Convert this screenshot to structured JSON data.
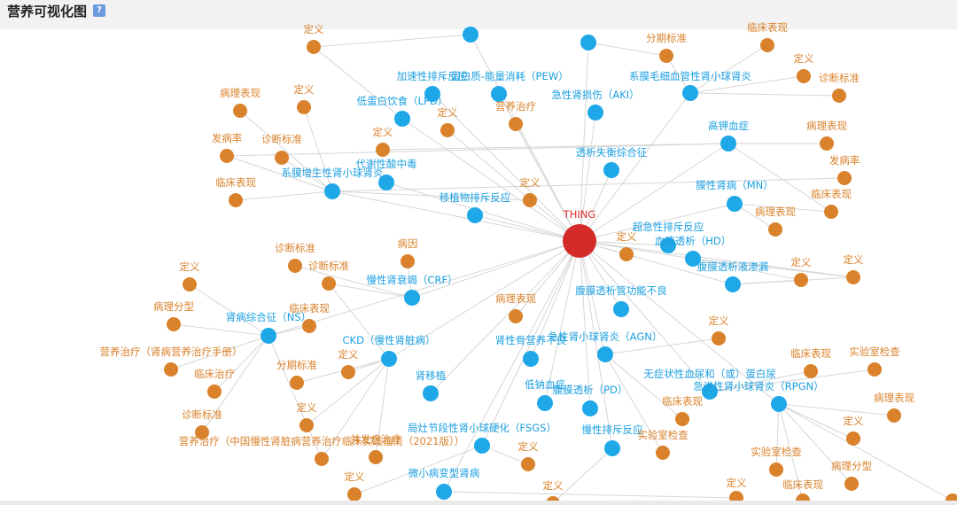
{
  "header": {
    "title": "营养可视化图",
    "help_icon": "?"
  },
  "colors": {
    "root": "#d42a2a",
    "blue": "#1fa8e8",
    "orange": "#d9822b",
    "edge": "#d6d6d6"
  },
  "graph": {
    "root": {
      "id": "root",
      "label": "THING"
    },
    "nodes": [
      {
        "id": "b1",
        "label": "",
        "type": "blue"
      },
      {
        "id": "b2",
        "label": "",
        "type": "blue"
      },
      {
        "id": "b3",
        "label": "加速性排斥反应",
        "type": "blue"
      },
      {
        "id": "b4",
        "label": "蛋白质-能量消耗（PEW）",
        "type": "blue"
      },
      {
        "id": "b5",
        "label": "低蛋白饮食（LPD）",
        "type": "blue"
      },
      {
        "id": "b6",
        "label": "急性肾损伤（AKI）",
        "type": "blue"
      },
      {
        "id": "b7",
        "label": "系膜毛细血管性肾小球肾炎",
        "type": "blue"
      },
      {
        "id": "b8",
        "label": "高钾血症",
        "type": "blue"
      },
      {
        "id": "b9",
        "label": "透析失衡综合征",
        "type": "blue"
      },
      {
        "id": "b10",
        "label": "代谢性酸中毒",
        "type": "blue"
      },
      {
        "id": "b11",
        "label": "系膜增生性肾小球肾炎",
        "type": "blue"
      },
      {
        "id": "b12",
        "label": "移植物排斥反应",
        "type": "blue"
      },
      {
        "id": "b13",
        "label": "膜性肾病（MN）",
        "type": "blue"
      },
      {
        "id": "b14",
        "label": "超急性排斥反应",
        "type": "blue"
      },
      {
        "id": "b15",
        "label": "血液透析（HD）",
        "type": "blue"
      },
      {
        "id": "b16",
        "label": "腹膜透析液渗漏",
        "type": "blue"
      },
      {
        "id": "b17",
        "label": "慢性肾衰竭（CRF）",
        "type": "blue"
      },
      {
        "id": "b18",
        "label": "腹膜透析管功能不良",
        "type": "blue"
      },
      {
        "id": "b19",
        "label": "肾病综合征（NS）",
        "type": "blue"
      },
      {
        "id": "b20",
        "label": "CKD（慢性肾脏病）",
        "type": "blue"
      },
      {
        "id": "b21",
        "label": "肾性骨营养不良",
        "type": "blue"
      },
      {
        "id": "b22",
        "label": "急性肾小球肾炎（AGN）",
        "type": "blue"
      },
      {
        "id": "b23",
        "label": "肾移植",
        "type": "blue"
      },
      {
        "id": "b24",
        "label": "低钠血症",
        "type": "blue"
      },
      {
        "id": "b25",
        "label": "腹膜透析（PD）",
        "type": "blue"
      },
      {
        "id": "b26",
        "label": "无症状性血尿和（或）蛋白尿",
        "type": "blue"
      },
      {
        "id": "b27",
        "label": "急进性肾小球肾炎（RPGN）",
        "type": "blue"
      },
      {
        "id": "b28",
        "label": "局灶节段性肾小球硬化（FSGS）",
        "type": "blue"
      },
      {
        "id": "b29",
        "label": "慢性排斥反应",
        "type": "blue"
      },
      {
        "id": "b30",
        "label": "微小病变型肾病",
        "type": "blue"
      },
      {
        "id": "o1",
        "label": "定义",
        "type": "orange"
      },
      {
        "id": "o2",
        "label": "临床表现",
        "type": "orange"
      },
      {
        "id": "o3",
        "label": "分期标准",
        "type": "orange"
      },
      {
        "id": "o4",
        "label": "定义",
        "type": "orange"
      },
      {
        "id": "o5",
        "label": "诊断标准",
        "type": "orange"
      },
      {
        "id": "o6",
        "label": "病理表现",
        "type": "orange"
      },
      {
        "id": "o7",
        "label": "定义",
        "type": "orange"
      },
      {
        "id": "o8",
        "label": "定义",
        "type": "orange"
      },
      {
        "id": "o9",
        "label": "营养治疗",
        "type": "orange"
      },
      {
        "id": "o10",
        "label": "病理表现",
        "type": "orange"
      },
      {
        "id": "o11",
        "label": "定义",
        "type": "orange"
      },
      {
        "id": "o12",
        "label": "发病率",
        "type": "orange"
      },
      {
        "id": "o13",
        "label": "诊断标准",
        "type": "orange"
      },
      {
        "id": "o14",
        "label": "发病率",
        "type": "orange"
      },
      {
        "id": "o15",
        "label": "临床表现",
        "type": "orange"
      },
      {
        "id": "o16",
        "label": "定义",
        "type": "orange"
      },
      {
        "id": "o17",
        "label": "临床表现",
        "type": "orange"
      },
      {
        "id": "o18",
        "label": "病理表现",
        "type": "orange"
      },
      {
        "id": "o19",
        "label": "定义",
        "type": "orange"
      },
      {
        "id": "o20",
        "label": "定义",
        "type": "orange"
      },
      {
        "id": "o21",
        "label": "定义",
        "type": "orange"
      },
      {
        "id": "o22",
        "label": "诊断标准",
        "type": "orange"
      },
      {
        "id": "o23",
        "label": "病因",
        "type": "orange"
      },
      {
        "id": "o24",
        "label": "诊断标准",
        "type": "orange"
      },
      {
        "id": "o25",
        "label": "定义",
        "type": "orange"
      },
      {
        "id": "o26",
        "label": "病理分型",
        "type": "orange"
      },
      {
        "id": "o27",
        "label": "临床表现",
        "type": "orange"
      },
      {
        "id": "o28",
        "label": "病理表现",
        "type": "orange"
      },
      {
        "id": "o29",
        "label": "定义",
        "type": "orange"
      },
      {
        "id": "o30",
        "label": "营养治疗（肾病营养治疗手册）",
        "type": "orange"
      },
      {
        "id": "o31",
        "label": "定义",
        "type": "orange"
      },
      {
        "id": "o32",
        "label": "临床治疗",
        "type": "orange"
      },
      {
        "id": "o33",
        "label": "分期标准",
        "type": "orange"
      },
      {
        "id": "o34",
        "label": "临床表现",
        "type": "orange"
      },
      {
        "id": "o35",
        "label": "实验室检查",
        "type": "orange"
      },
      {
        "id": "o36",
        "label": "诊断标准",
        "type": "orange"
      },
      {
        "id": "o37",
        "label": "定义",
        "type": "orange"
      },
      {
        "id": "o38",
        "label": "临床表现",
        "type": "orange"
      },
      {
        "id": "o39",
        "label": "病理表现",
        "type": "orange"
      },
      {
        "id": "o40",
        "label": "营养治疗（中国慢性肾脏病营养治疗临床实践指南（2021版））",
        "type": "orange"
      },
      {
        "id": "o41",
        "label": "并发症治疗",
        "type": "orange"
      },
      {
        "id": "o42",
        "label": "实验室检查",
        "type": "orange"
      },
      {
        "id": "o43",
        "label": "定义",
        "type": "orange"
      },
      {
        "id": "o44",
        "label": "定义",
        "type": "orange"
      },
      {
        "id": "o45",
        "label": "定义",
        "type": "orange"
      },
      {
        "id": "o46",
        "label": "实验室检查",
        "type": "orange"
      },
      {
        "id": "o47",
        "label": "病理分型",
        "type": "orange"
      },
      {
        "id": "o48",
        "label": "定义",
        "type": "orange"
      },
      {
        "id": "o49",
        "label": "临床表现",
        "type": "orange"
      },
      {
        "id": "o50",
        "label": "定义",
        "type": "orange"
      },
      {
        "id": "o51",
        "label": "临床表现",
        "type": "orange"
      }
    ],
    "edges": [
      [
        "root",
        "b1"
      ],
      [
        "root",
        "b2"
      ],
      [
        "root",
        "b3"
      ],
      [
        "root",
        "b4"
      ],
      [
        "root",
        "b5"
      ],
      [
        "root",
        "b6"
      ],
      [
        "root",
        "b7"
      ],
      [
        "root",
        "b8"
      ],
      [
        "root",
        "b9"
      ],
      [
        "root",
        "b10"
      ],
      [
        "root",
        "b11"
      ],
      [
        "root",
        "b12"
      ],
      [
        "root",
        "b13"
      ],
      [
        "root",
        "b14"
      ],
      [
        "root",
        "b15"
      ],
      [
        "root",
        "b16"
      ],
      [
        "root",
        "b17"
      ],
      [
        "root",
        "b18"
      ],
      [
        "root",
        "b19"
      ],
      [
        "root",
        "b20"
      ],
      [
        "root",
        "b21"
      ],
      [
        "root",
        "b22"
      ],
      [
        "root",
        "b23"
      ],
      [
        "root",
        "b24"
      ],
      [
        "root",
        "b25"
      ],
      [
        "root",
        "b26"
      ],
      [
        "root",
        "b27"
      ],
      [
        "root",
        "b28"
      ],
      [
        "root",
        "b29"
      ],
      [
        "root",
        "b30"
      ],
      [
        "root",
        "o8"
      ],
      [
        "root",
        "o9"
      ],
      [
        "root",
        "o19"
      ],
      [
        "root",
        "o21"
      ],
      [
        "root",
        "o28"
      ],
      [
        "b2",
        "o3"
      ],
      [
        "b7",
        "o3"
      ],
      [
        "b7",
        "o4"
      ],
      [
        "b7",
        "o5"
      ],
      [
        "b7",
        "o2"
      ],
      [
        "b8",
        "o10"
      ],
      [
        "b8",
        "o12"
      ],
      [
        "b8",
        "o17"
      ],
      [
        "b8",
        "o11"
      ],
      [
        "b11",
        "o6"
      ],
      [
        "b11",
        "o7"
      ],
      [
        "b11",
        "o12"
      ],
      [
        "b11",
        "o13"
      ],
      [
        "b11",
        "o14"
      ],
      [
        "b11",
        "o15"
      ],
      [
        "b11",
        "o16"
      ],
      [
        "b13",
        "o17"
      ],
      [
        "b13",
        "o18"
      ],
      [
        "b15",
        "o20"
      ],
      [
        "b15",
        "o21"
      ],
      [
        "b16",
        "o20"
      ],
      [
        "b16",
        "o21"
      ],
      [
        "b17",
        "o22"
      ],
      [
        "b17",
        "o23"
      ],
      [
        "b17",
        "o24"
      ],
      [
        "b19",
        "o25"
      ],
      [
        "b19",
        "o26"
      ],
      [
        "b19",
        "o27"
      ],
      [
        "b19",
        "o30"
      ],
      [
        "b19",
        "o32"
      ],
      [
        "b19",
        "o36"
      ],
      [
        "b19",
        "o40"
      ],
      [
        "b20",
        "o24"
      ],
      [
        "b20",
        "o31"
      ],
      [
        "b20",
        "o33"
      ],
      [
        "b20",
        "o37"
      ],
      [
        "b20",
        "o40"
      ],
      [
        "b20",
        "o41"
      ],
      [
        "b22",
        "o29"
      ],
      [
        "b22",
        "o38"
      ],
      [
        "b22",
        "o42"
      ],
      [
        "b26",
        "o34"
      ],
      [
        "b26",
        "o35"
      ],
      [
        "b27",
        "o39"
      ],
      [
        "b27",
        "o43"
      ],
      [
        "b27",
        "o46"
      ],
      [
        "b27",
        "o47"
      ],
      [
        "b27",
        "o49"
      ],
      [
        "b27",
        "o51"
      ],
      [
        "b28",
        "o44"
      ],
      [
        "b28",
        "o48"
      ],
      [
        "b29",
        "o45"
      ],
      [
        "b30",
        "o50"
      ],
      [
        "b1",
        "o1"
      ],
      [
        "b5",
        "o1"
      ]
    ]
  }
}
